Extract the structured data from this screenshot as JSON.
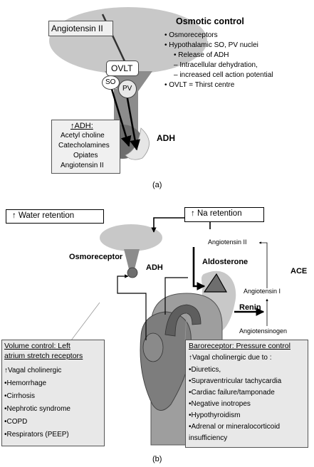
{
  "panel_a": {
    "angiotensin_label": "Angiotensin II",
    "ovlt_label": "OVLT",
    "so_label": "SO",
    "pv_label": "PV",
    "adh_label": "ADH",
    "osmotic": {
      "title": "Osmotic control",
      "lines": [
        "• Osmoreceptors",
        "• Hypothalamic SO, PV nuclei",
        "•   Release of ADH",
        "–   Intracellular dehydration,",
        "–   increased cell action potential",
        "• OVLT = Thirst centre"
      ]
    },
    "adh_box": {
      "title": "↑ADH:",
      "items": [
        "Acetyl choline",
        "Catecholamines",
        "Opiates",
        "Angiotensin II"
      ]
    },
    "caption": "(a)"
  },
  "panel_b": {
    "water_retention": "↑  Water retention",
    "na_retention": "↑  Na retention",
    "osmoreceptor": "Osmoreceptor",
    "adh": "ADH",
    "angiotensin2": "Angiotensin II",
    "aldosterone": "Aldosterone",
    "ace": "ACE",
    "angiotensin1": "Angiotensin I",
    "renin": "Renin",
    "angiotensinogen": "Angiotensinogen",
    "volume_box": {
      "title_line1": "Volume control: Left",
      "title_line2": "atrium stretch receptors",
      "items": [
        "↑Vagal cholinergic",
        "•Hemorrhage",
        "•Cirrhosis",
        "•Nephrotic syndrome",
        "•COPD",
        "•Respirators (PEEP)"
      ]
    },
    "baro_box": {
      "title": "Baroreceptor: Pressure control",
      "items": [
        "↑Vagal cholinergic due to :",
        "•Diuretics,",
        "•Supraventricular tachycardia",
        "•Cardiac failure/tamponade",
        "•Negative inotropes",
        "•Hypothyroidism",
        "•Adrenal or mineralocorticoid",
        "insufficiency"
      ]
    },
    "caption": "(b)"
  }
}
